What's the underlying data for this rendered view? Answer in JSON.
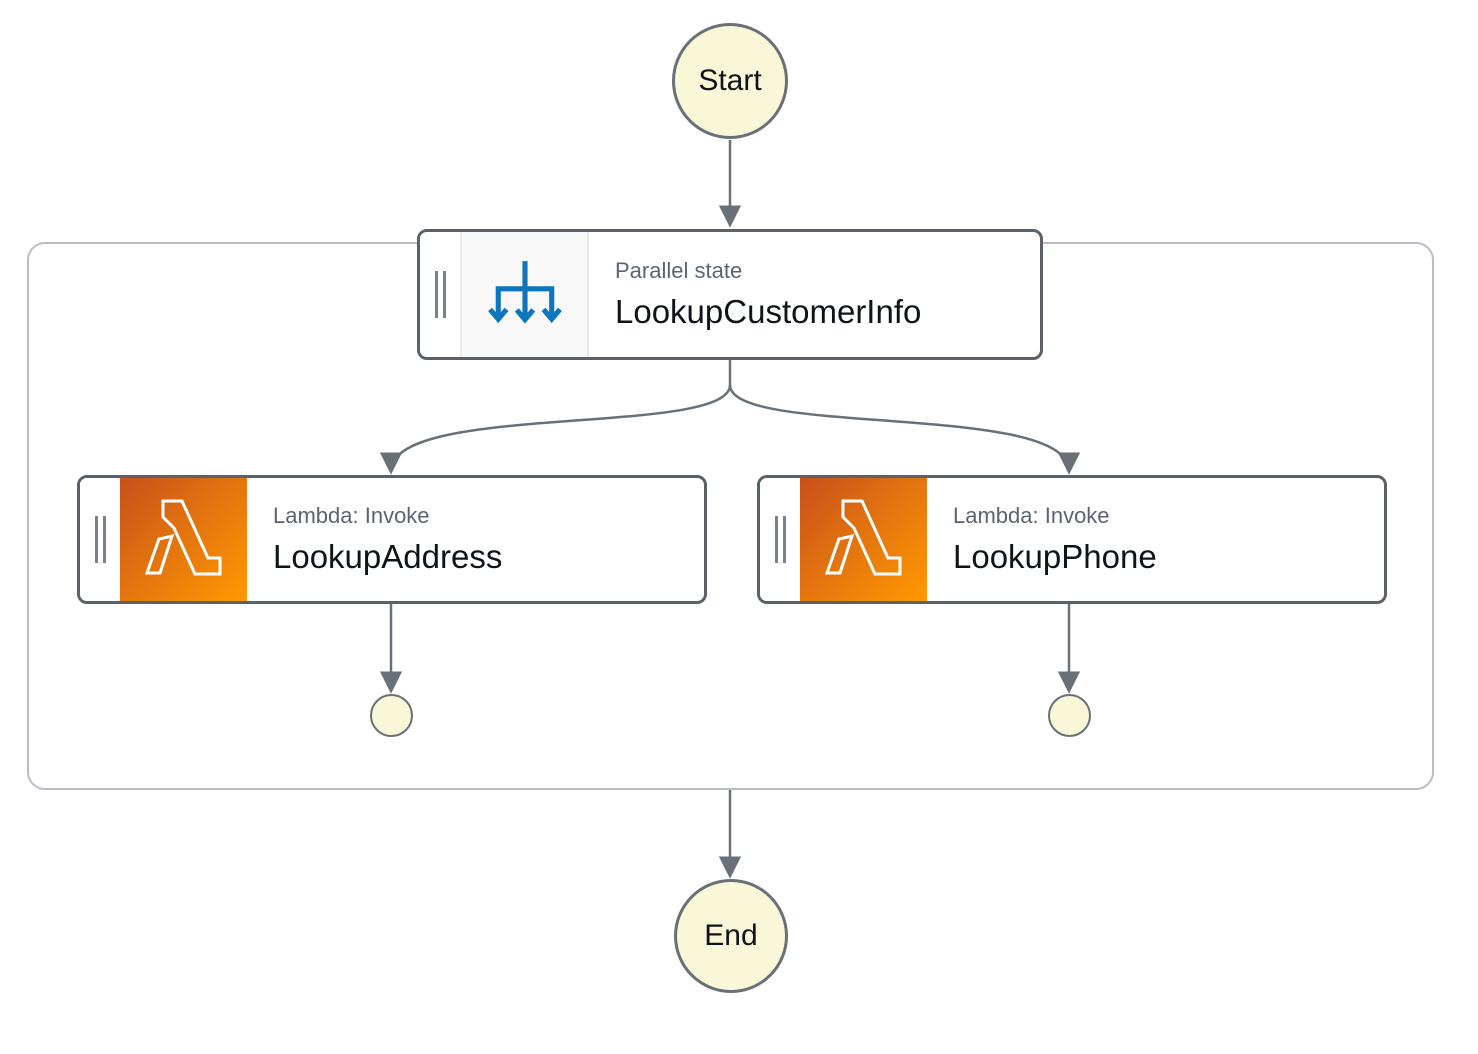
{
  "diagram": {
    "start": {
      "label": "Start"
    },
    "end": {
      "label": "End"
    },
    "parallel_state": {
      "type_label": "Parallel state",
      "name": "LookupCustomerInfo",
      "icon": "parallel-fork-icon"
    },
    "branches": [
      {
        "type_label": "Lambda: Invoke",
        "name": "LookupAddress",
        "icon": "lambda-icon"
      },
      {
        "type_label": "Lambda: Invoke",
        "name": "LookupPhone",
        "icon": "lambda-icon"
      }
    ],
    "colors": {
      "terminal_fill": "#FAF6D8",
      "edge_gray": "#687078",
      "node_border": "#5A6168",
      "container_border": "#B9BDC4",
      "parallel_icon_blue": "#0E76BD",
      "lambda_gradient_start": "#C8511B",
      "lambda_gradient_end": "#FF9900",
      "type_label_gray": "#5B6572",
      "state_name_dark": "#0F141A"
    }
  }
}
